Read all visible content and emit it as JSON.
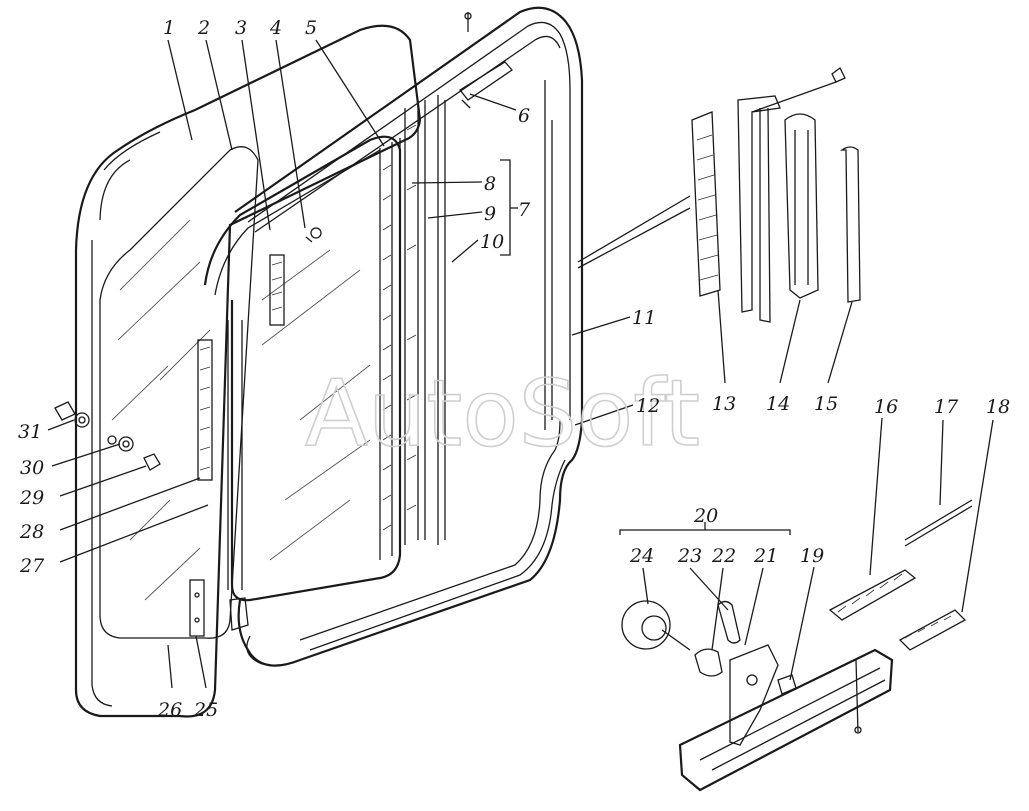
{
  "watermark": "AutoSoft",
  "callouts": [
    {
      "id": "c1",
      "text": "1"
    },
    {
      "id": "c2",
      "text": "2"
    },
    {
      "id": "c3",
      "text": "3"
    },
    {
      "id": "c4",
      "text": "4"
    },
    {
      "id": "c5",
      "text": "5"
    },
    {
      "id": "c6",
      "text": "6"
    },
    {
      "id": "c7",
      "text": "7"
    },
    {
      "id": "c8",
      "text": "8"
    },
    {
      "id": "c9",
      "text": "9"
    },
    {
      "id": "c10",
      "text": "10"
    },
    {
      "id": "c11",
      "text": "11"
    },
    {
      "id": "c12",
      "text": "12"
    },
    {
      "id": "c13",
      "text": "13"
    },
    {
      "id": "c14",
      "text": "14"
    },
    {
      "id": "c15",
      "text": "15"
    },
    {
      "id": "c16",
      "text": "16"
    },
    {
      "id": "c17",
      "text": "17"
    },
    {
      "id": "c18",
      "text": "18"
    },
    {
      "id": "c19",
      "text": "19"
    },
    {
      "id": "c20",
      "text": "20"
    },
    {
      "id": "c21",
      "text": "21"
    },
    {
      "id": "c22",
      "text": "22"
    },
    {
      "id": "c23",
      "text": "23"
    },
    {
      "id": "c24",
      "text": "24"
    },
    {
      "id": "c25",
      "text": "25"
    },
    {
      "id": "c26",
      "text": "26"
    },
    {
      "id": "c27",
      "text": "27"
    },
    {
      "id": "c28",
      "text": "28"
    },
    {
      "id": "c29",
      "text": "29"
    },
    {
      "id": "c30",
      "text": "30"
    },
    {
      "id": "c31",
      "text": "31"
    }
  ]
}
